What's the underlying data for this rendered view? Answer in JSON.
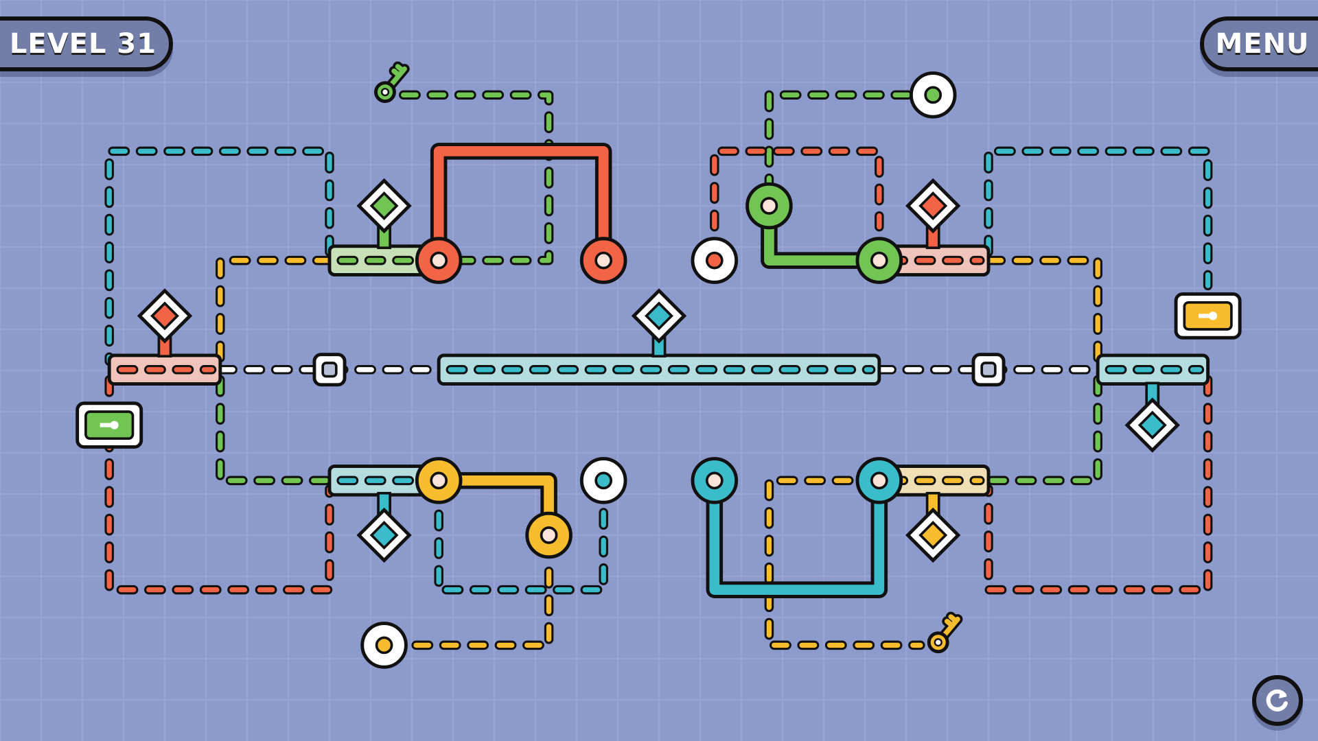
{
  "hud": {
    "level_label": "LEVEL 31",
    "menu_label": "MENU",
    "reset_icon": "restart-icon"
  },
  "colors": {
    "background": "#8d9acc",
    "grid": "#97a4d4",
    "red": "#f26445",
    "green": "#72c552",
    "cyan": "#3bbccb",
    "yellow": "#f7bd2f",
    "white": "#ffffff",
    "outline": "#111111",
    "rail_green": "#c7e0b8",
    "rail_pink": "#f0c3bb",
    "rail_cyan": "#b5dde0",
    "rail_beige": "#f0dfb5"
  },
  "pieces": {
    "keys": [
      "green",
      "yellow"
    ],
    "locks": [
      "green",
      "yellow"
    ],
    "diamonds": [
      "green",
      "red",
      "cyan",
      "red",
      "cyan",
      "cyan",
      "yellow"
    ]
  }
}
